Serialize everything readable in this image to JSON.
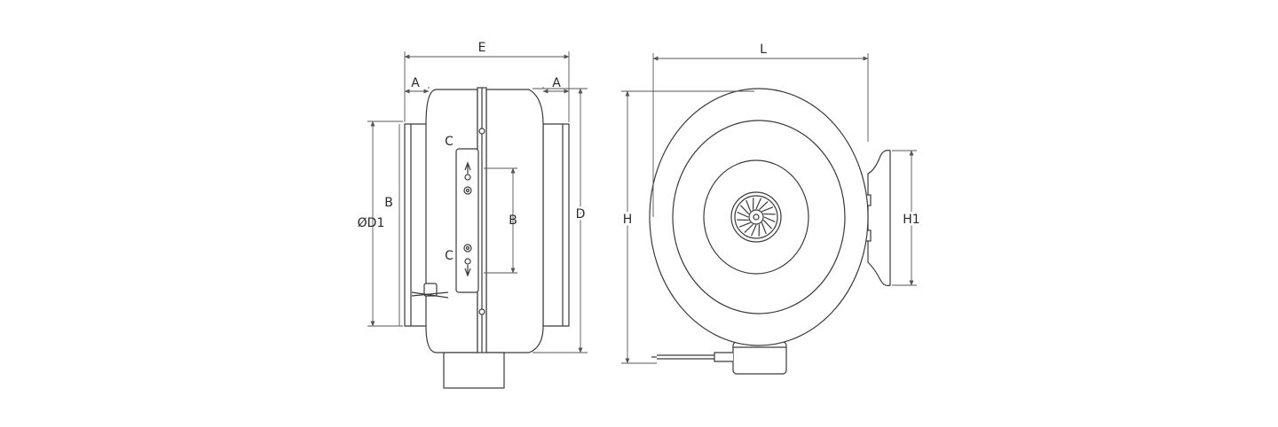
{
  "labels": {
    "E": "E",
    "A_left": "A",
    "A_right": "A",
    "B_outer": "B",
    "D1": "ØD1",
    "B_inner": "B",
    "C_top": "C",
    "C_bottom": "C",
    "D": "D",
    "L": "L",
    "H": "H",
    "H1": "H1"
  },
  "colors": {
    "line": "#3a3a3a",
    "dimension": "#555555",
    "background": "#ffffff"
  }
}
